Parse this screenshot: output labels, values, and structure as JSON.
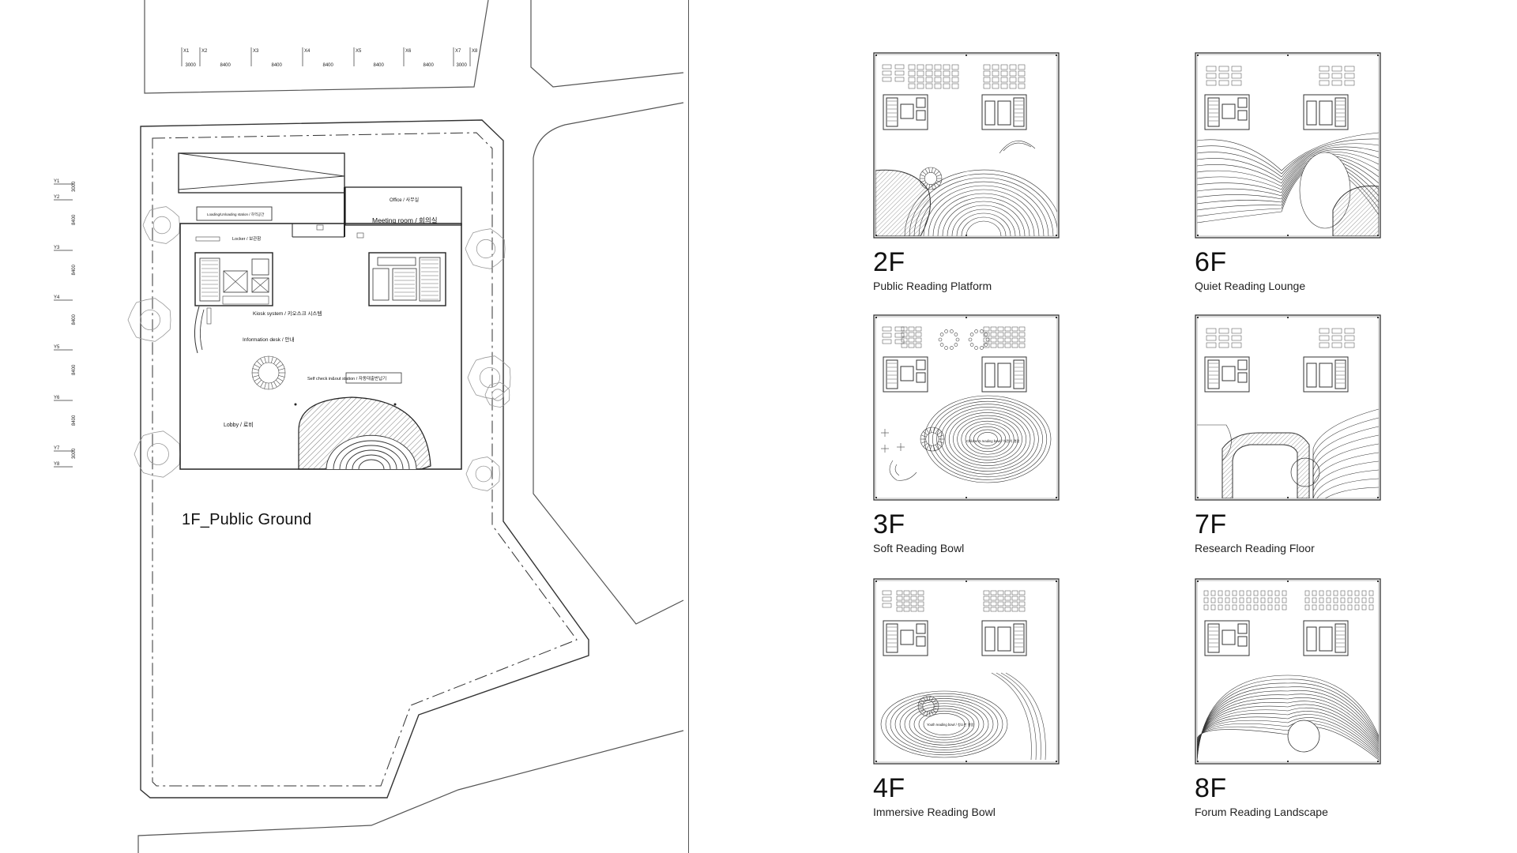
{
  "site_plan": {
    "floor_label": "1F_Public Ground",
    "grid_x": [
      "X1",
      "X2",
      "X3",
      "X4",
      "X5",
      "X6",
      "X7",
      "X8"
    ],
    "grid_x_dims": [
      "3000",
      "8400",
      "8400",
      "8400",
      "8400",
      "8400",
      "3000"
    ],
    "grid_y": [
      "Y1",
      "Y2",
      "Y3",
      "Y4",
      "Y5",
      "Y6",
      "Y7",
      "Y8"
    ],
    "grid_y_dims": [
      "3000",
      "8400",
      "8400",
      "8400",
      "8400",
      "8400",
      "3000"
    ],
    "rooms": {
      "office": "Office / 사무실",
      "meeting": "Meeting room / 회의실",
      "loading": "Loading/Unloading station / 하역공간",
      "locker": "Locker / 보관함",
      "kiosk": "Kiosk system / 키오스크 시스템",
      "info": "Information desk / 안내",
      "selfcheck": "Self check in&out station / 자동대출반납기",
      "lobby": "Lobby / 로비"
    }
  },
  "floors": [
    {
      "num": "2F",
      "name": "Public Reading Platform"
    },
    {
      "num": "6F",
      "name": "Quiet Reading Lounge"
    },
    {
      "num": "3F",
      "name": "Soft Reading Bowl",
      "note": "Children's reading bowl / 어린이 열람"
    },
    {
      "num": "7F",
      "name": "Research Reading Floor"
    },
    {
      "num": "4F",
      "name": "Immersive Reading Bowl",
      "note": "Youth reading bowl / 청소년 열람"
    },
    {
      "num": "8F",
      "name": "Forum Reading Landscape"
    }
  ],
  "colors": {
    "line": "#333333",
    "hatch": "#555555",
    "background": "#ffffff"
  }
}
